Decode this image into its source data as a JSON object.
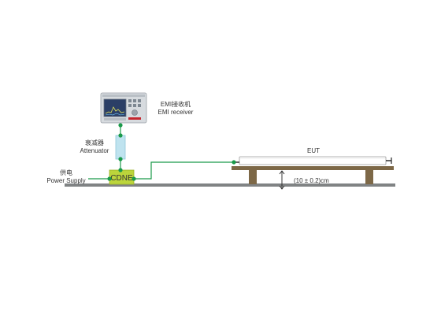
{
  "receiver": {
    "label_cn": "EMI接收机",
    "label_en": "EMI receiver"
  },
  "attenuator": {
    "label_cn": "衰减器",
    "label_en": "Attenuator"
  },
  "power_supply": {
    "label_cn": "供电",
    "label_en": "Power Supply"
  },
  "cdne": {
    "label": "CDNE"
  },
  "eut": {
    "label": "EUT"
  },
  "table_height": {
    "label": "(10 ± 0.2)cm"
  },
  "colors": {
    "wire_green": "#1a9a4a",
    "cdne_fill": "#bcd53b",
    "attenuator_fill": "#bfe3ef",
    "ground_plane": "#808384",
    "table_brown": "#7d6847",
    "instrument_body": "#d7dbdf"
  }
}
